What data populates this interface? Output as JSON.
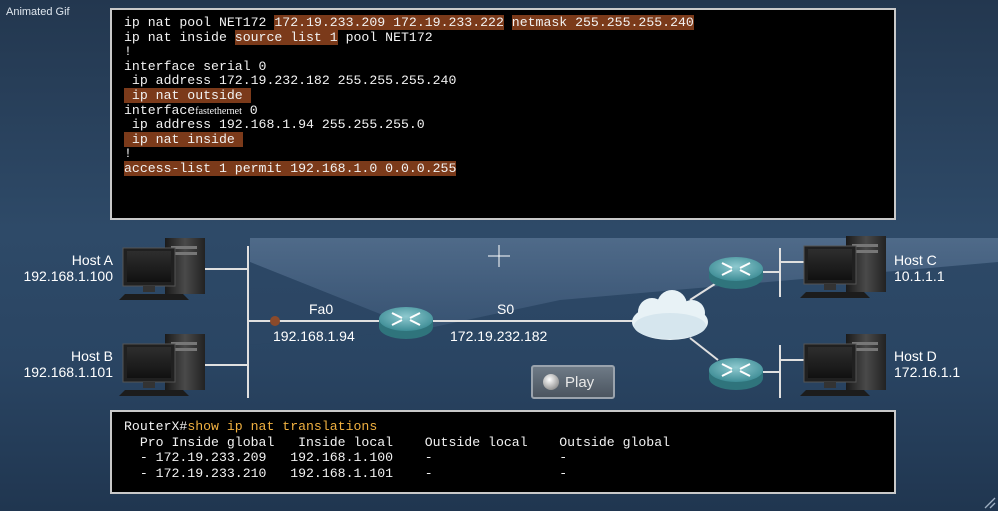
{
  "window": {
    "title": "Animated Gif"
  },
  "config_terminal": {
    "lines": [
      {
        "parts": [
          {
            "t": "ip nat pool NET172 "
          },
          {
            "t": "172.19.233.209 172.19.233.222",
            "hl": true
          },
          {
            "t": " "
          },
          {
            "t": "netmask 255.255.255.240",
            "hl": true
          }
        ]
      },
      {
        "parts": [
          {
            "t": "ip nat inside "
          },
          {
            "t": "source list 1",
            "hl": true
          },
          {
            "t": " pool NET172"
          }
        ]
      },
      {
        "parts": [
          {
            "t": "!"
          }
        ]
      },
      {
        "parts": [
          {
            "t": "interface serial 0"
          }
        ]
      },
      {
        "parts": [
          {
            "t": " ip address 172.19.232.182 255.255.255.240"
          }
        ]
      },
      {
        "parts": [
          {
            "t": " ip nat outside ",
            "hl": true
          }
        ]
      },
      {
        "parts": [
          {
            "t": "interface"
          },
          {
            "t": "fastethernet",
            "small": true
          },
          {
            "t": " 0"
          }
        ]
      },
      {
        "parts": [
          {
            "t": " ip address 192.168.1.94 255.255.255.0"
          }
        ]
      },
      {
        "parts": [
          {
            "t": " ip nat inside ",
            "hl": true
          }
        ]
      },
      {
        "parts": [
          {
            "t": "!"
          }
        ]
      },
      {
        "parts": [
          {
            "t": "access-list 1 permit 192.168.1.0 0.0.0.255",
            "hl": true
          }
        ]
      }
    ]
  },
  "show_terminal": {
    "prompt": "RouterX#",
    "command": "show ip nat translations",
    "header": "  Pro Inside global   Inside local    Outside local    Outside global",
    "rows": [
      "  - 172.19.233.209   192.168.1.100    -                -",
      "  - 172.19.233.210   192.168.1.101    -                -"
    ]
  },
  "hosts": {
    "a": {
      "name": "Host A",
      "ip": "192.168.1.100"
    },
    "b": {
      "name": "Host B",
      "ip": "192.168.1.101"
    },
    "c": {
      "name": "Host C",
      "ip": "10.1.1.1"
    },
    "d": {
      "name": "Host D",
      "ip": "172.16.1.1"
    }
  },
  "router": {
    "fa0_label": "Fa0",
    "fa0_ip": "192.168.1.94",
    "s0_label": "S0",
    "s0_ip": "172.19.232.182"
  },
  "play_button": {
    "label": "Play"
  },
  "colors": {
    "highlight": "#7b3a1a",
    "command": "#f0b040",
    "packet": "#8b4a2b"
  }
}
